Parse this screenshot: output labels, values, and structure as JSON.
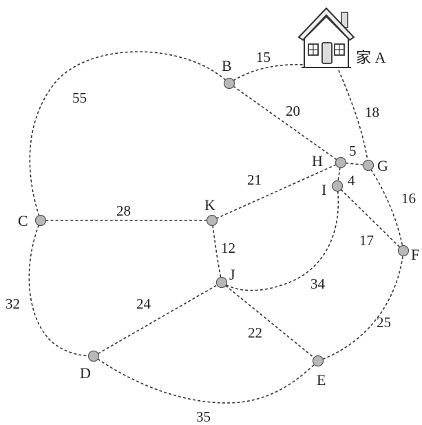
{
  "nodes": {
    "A": "家 A",
    "B": "B",
    "C": "C",
    "D": "D",
    "E": "E",
    "F": "F",
    "G": "G",
    "H": "H",
    "I": "I",
    "J": "J",
    "K": "K"
  },
  "weights": {
    "AB": "15",
    "AG": "18",
    "BC": "55",
    "BH": "20",
    "HG": "5",
    "HI": "4",
    "GF": "16",
    "IF": "17",
    "HK": "21",
    "CK": "28",
    "KJ": "12",
    "IJ": "34",
    "CD": "32",
    "DJ": "24",
    "JE": "22",
    "EF": "25",
    "DE": "35"
  },
  "icons": {
    "house": "house-icon"
  }
}
